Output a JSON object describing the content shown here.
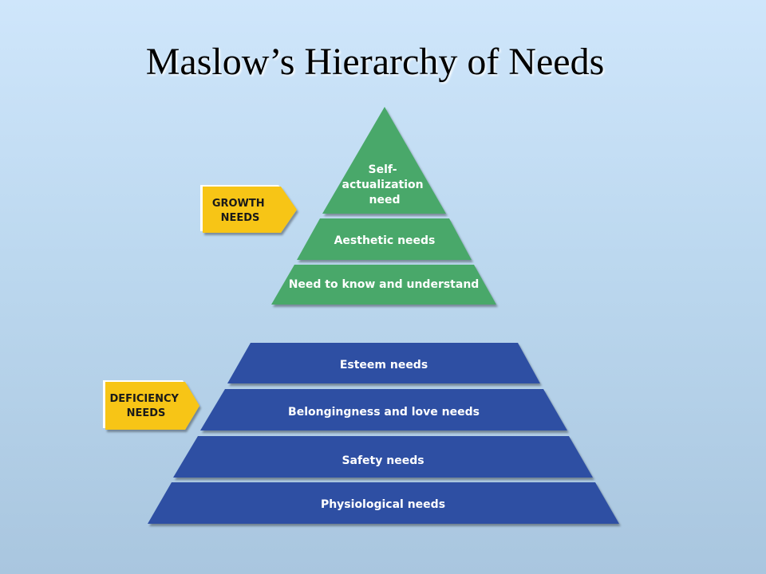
{
  "title": "Maslow’s Hierarchy of Needs",
  "colors": {
    "growth": "#4aa86a",
    "deficiency": "#2d4fa3",
    "tag": "#f7c514"
  },
  "growth": {
    "tag": [
      "GROWTH",
      "NEEDS"
    ],
    "tiers": [
      [
        "Self-",
        "actualization",
        "need"
      ],
      [
        "Aesthetic needs"
      ],
      [
        "Need to know and understand"
      ]
    ]
  },
  "deficiency": {
    "tag": [
      "DEFICIENCY",
      "NEEDS"
    ],
    "tiers": [
      [
        "Esteem needs"
      ],
      [
        "Belongingness and love needs"
      ],
      [
        "Safety needs"
      ],
      [
        "Physiological needs"
      ]
    ]
  }
}
